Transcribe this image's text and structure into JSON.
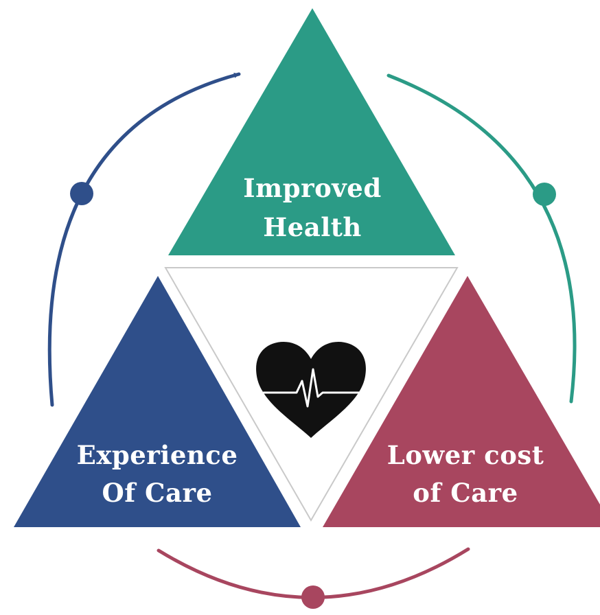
{
  "colors": {
    "background": "#ffffff",
    "teal": "#2b9b86",
    "navy": "#2f4f8a",
    "crimson": "#a8465f",
    "center_outline": "#c9c9c9",
    "heart": "#111111",
    "label_text": "#ffffff"
  },
  "triangles": {
    "top": {
      "line1": "Improved",
      "line2": "Health",
      "color_role": "teal"
    },
    "left": {
      "line1": "Experience",
      "line2": "Of Care",
      "color_role": "navy"
    },
    "right": {
      "line1": "Lower cost",
      "line2": "of Care",
      "color_role": "crimson"
    }
  },
  "center": {
    "icon": "heart-pulse-icon"
  },
  "arcs": [
    {
      "name": "left-arc",
      "color_role": "navy",
      "direction": "arrow toward top triangle"
    },
    {
      "name": "right-arc",
      "color_role": "teal",
      "direction": "toward lower right"
    },
    {
      "name": "bottom-arc",
      "color_role": "crimson",
      "direction": "along bottom"
    }
  ]
}
